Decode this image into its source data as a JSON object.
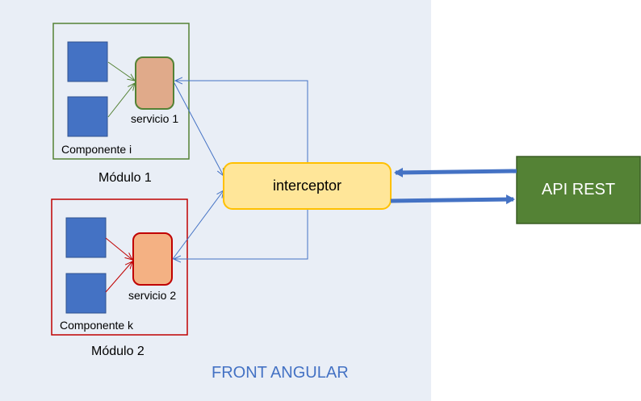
{
  "front": {
    "label": "FRONT ANGULAR",
    "bg_color": "#e9eef6",
    "label_color": "#4472c4"
  },
  "modules": [
    {
      "name": "Módulo 1",
      "component_label": "Componente i",
      "service_label": "servicio 1",
      "border_color": "#548235",
      "service_color": "#e0aa8a"
    },
    {
      "name": "Módulo 2",
      "component_label": "Componente k",
      "service_label": "servicio 2",
      "border_color": "#c00000",
      "service_color": "#f4b183"
    }
  ],
  "interceptor": {
    "label": "interceptor",
    "fill": "#ffe699",
    "border": "#ffc000"
  },
  "api": {
    "label": "API REST",
    "fill": "#548235"
  },
  "colors": {
    "component": "#4472c4",
    "connector": "#4472c4"
  }
}
